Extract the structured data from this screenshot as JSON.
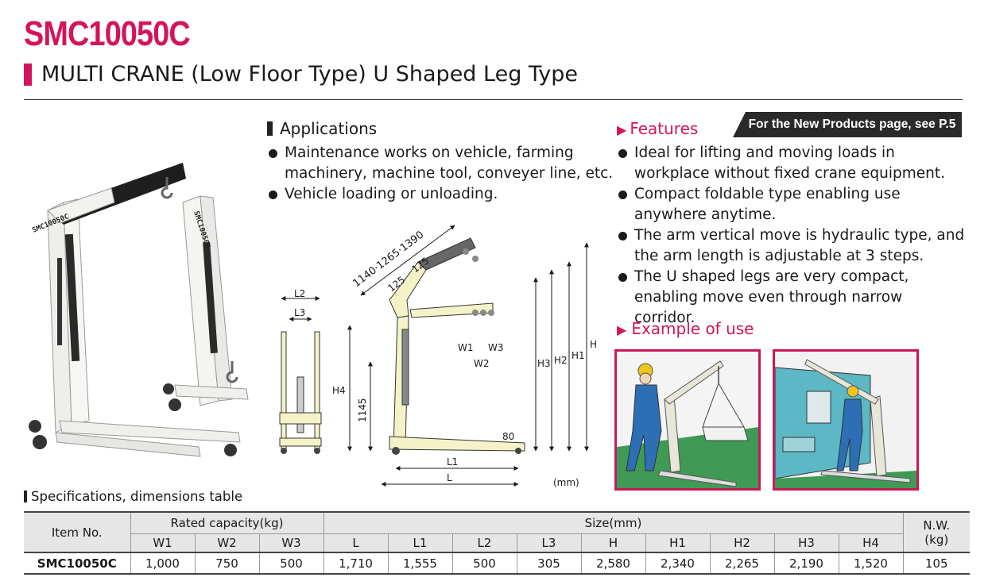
{
  "header": {
    "model": "SMC10050C",
    "subtitle": "MULTI CRANE (Low Floor Type) U Shaped Leg Type"
  },
  "colors": {
    "accent": "#d4145a",
    "dark": "#2a2a2a"
  },
  "photo": {
    "label": "SMC10050C"
  },
  "applications": {
    "heading": "Applications",
    "items": [
      "Maintenance works on vehicle, farming machinery, machine tool, conveyer line, etc.",
      "Vehicle loading or unloading."
    ]
  },
  "features": {
    "heading": "Features",
    "badge": "For the New Products page, see P.5",
    "items": [
      "Ideal for lifting and moving loads in workplace without fixed crane equipment.",
      "Compact foldable type enabling use anywhere anytime.",
      "The arm vertical move is hydraulic type, and the arm length is adjustable at 3 steps.",
      "The U shaped legs are very compact, enabling move even through narrow corridor."
    ]
  },
  "example": {
    "heading": "Example of use"
  },
  "diagram": {
    "l2": "L2",
    "l3": "L3",
    "arm_length": "1140·1265·1390",
    "step_a": "125",
    "step_b": "125",
    "w1": "W1",
    "w2": "W2",
    "w3": "W3",
    "h": "H",
    "h1": "H1",
    "h2": "H2",
    "h3": "H3",
    "h4": "H4",
    "dim_1145": "1145",
    "dim_80": "80",
    "l1": "L1",
    "l": "L",
    "unit": "(mm)"
  },
  "spec_table": {
    "title": "Specifications, dimensions table",
    "item_header": "Item No.",
    "capacity_header": "Rated capacity(kg)",
    "size_header": "Size(mm)",
    "nw_header": "N.W.",
    "nw_unit": "(kg)",
    "capacity_cols": [
      "W1",
      "W2",
      "W3"
    ],
    "size_cols": [
      "L",
      "L1",
      "L2",
      "L3",
      "H",
      "H1",
      "H2",
      "H3",
      "H4"
    ],
    "row": {
      "item": "SMC10050C",
      "capacity": [
        "1,000",
        "750",
        "500"
      ],
      "size": [
        "1,710",
        "1,555",
        "500",
        "305",
        "2,580",
        "2,340",
        "2,265",
        "2,190",
        "1,520"
      ],
      "nw": "105"
    }
  }
}
